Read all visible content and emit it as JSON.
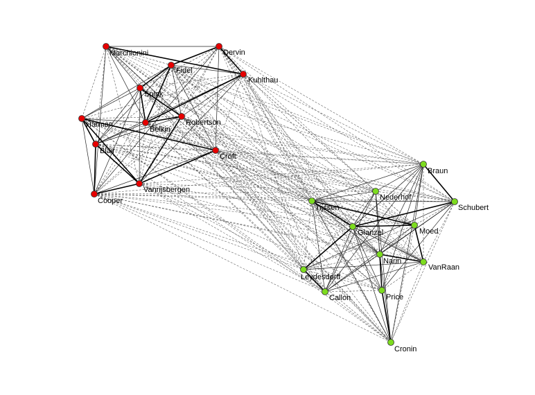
{
  "colors": {
    "group_red": "#e60000",
    "group_green": "#7ddc1f",
    "edge_strong": "#000000",
    "edge_medium": "#222222",
    "edge_weak": "#555555"
  },
  "network": {
    "groups": [
      {
        "id": "red",
        "color_key": "group_red",
        "nodes": [
          "Marchionini",
          "Dervin",
          "Fidel",
          "Kuhlthau",
          "Spink",
          "Harman",
          "Belkin",
          "Robertson",
          "Blair",
          "Croft",
          "Cooper",
          "Vanrijsbergen"
        ]
      },
      {
        "id": "green",
        "color_key": "group_green",
        "nodes": [
          "Braun",
          "Nederhof",
          "Schubert",
          "Tijssen",
          "Glanzel",
          "Moed",
          "Narin",
          "VanRaan",
          "Leydesdorff",
          "Callon",
          "Price",
          "Cronin"
        ]
      }
    ],
    "strong_edges": [
      [
        "Marchionini",
        "Kuhlthau"
      ],
      [
        "Dervin",
        "Kuhlthau"
      ],
      [
        "Dervin",
        "Fidel"
      ],
      [
        "Fidel",
        "Spink"
      ],
      [
        "Fidel",
        "Belkin"
      ],
      [
        "Spink",
        "Belkin"
      ],
      [
        "Spink",
        "Robertson"
      ],
      [
        "Belkin",
        "Kuhlthau"
      ],
      [
        "Belkin",
        "Robertson"
      ],
      [
        "Harman",
        "Blair"
      ],
      [
        "Harman",
        "Croft"
      ],
      [
        "Harman",
        "Vanrijsbergen"
      ],
      [
        "Blair",
        "Cooper"
      ],
      [
        "Blair",
        "Vanrijsbergen"
      ],
      [
        "Croft",
        "Vanrijsbergen"
      ],
      [
        "Robertson",
        "Vanrijsbergen"
      ],
      [
        "Cooper",
        "Vanrijsbergen"
      ],
      [
        "Braun",
        "Schubert"
      ],
      [
        "Glanzel",
        "Schubert"
      ],
      [
        "Glanzel",
        "Moed"
      ],
      [
        "Moed",
        "VanRaan"
      ],
      [
        "Narin",
        "VanRaan"
      ],
      [
        "Leydesdorff",
        "Callon"
      ],
      [
        "Narin",
        "Price"
      ],
      [
        "Price",
        "Cronin"
      ],
      [
        "Leydesdorff",
        "Glanzel"
      ],
      [
        "Tijssen",
        "Glanzel"
      ],
      [
        "Tijssen",
        "Moed"
      ]
    ]
  }
}
